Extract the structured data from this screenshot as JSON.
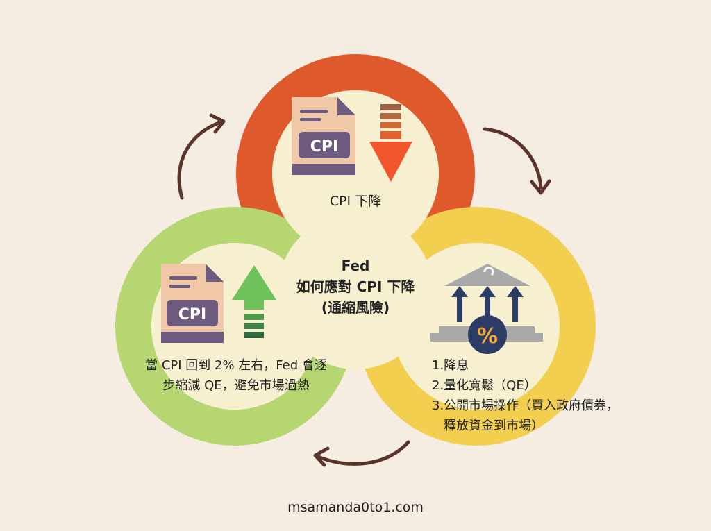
{
  "diagram": {
    "center_title": {
      "line1": "Fed",
      "line2": "如何應對 CPI 下降",
      "line3": "(通縮風險)"
    },
    "top_node": {
      "doc_badge": "CPI",
      "label": "CPI 下降"
    },
    "left_node": {
      "doc_badge": "CPI",
      "line1": "當 CPI 回到 2% 左右，Fed 會逐",
      "line2": "步縮減 QE，避免市場過熱"
    },
    "right_node": {
      "items": [
        "1.降息",
        "2.量化寬鬆（QE）",
        "3.公開市場操作（買入政府債券，",
        "   釋放資金到市場）"
      ],
      "bank_symbol": "%"
    },
    "footer": "msamanda0to1.com"
  },
  "colors": {
    "background": "#f5ede2",
    "ring_top": "#de5a2c",
    "ring_left": "#b6d671",
    "ring_right": "#f2cf4f",
    "center_fill": "#f7f0d0",
    "arrow": "#5a342a",
    "doc_body": "#f0c8a8",
    "doc_badge": "#6e5a7e",
    "down_arrow": "#f0552c",
    "up_arrow": "#6fc25b",
    "bank": "#a9a9a9",
    "bank_arrows": "#2c3c64"
  },
  "icons": [
    "cpi-document-icon",
    "down-arrow-icon",
    "up-arrow-icon",
    "bank-icon",
    "percent-icon",
    "cycle-arrow-icon"
  ]
}
